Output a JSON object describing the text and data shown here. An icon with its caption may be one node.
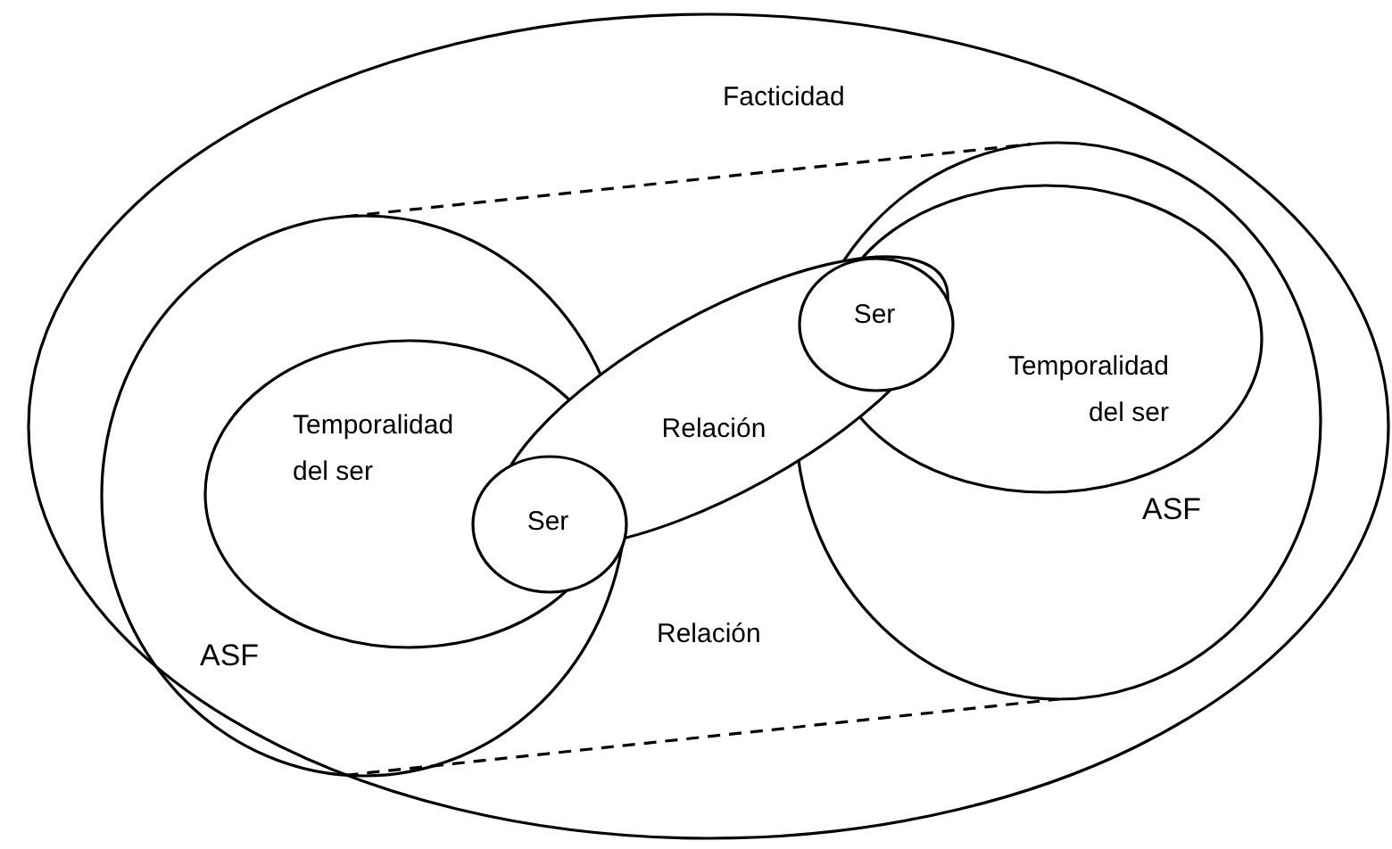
{
  "diagram": {
    "nodes": [
      {
        "text": [
          "Facticidad"
        ]
      },
      {
        "text": [
          "ASF"
        ],
        "in": 0
      },
      {
        "text": [
          "Temporalidad del ser"
        ],
        "in": 1
      },
      {
        "text": [
          "Ser"
        ],
        "in": 1
      },
      {
        "text": [
          "Relación"
        ],
        "in": 0
      },
      {
        "text": [
          "Ser"
        ]
      },
      {
        "text": [
          "ASF"
        ],
        "in": 0
      },
      {
        "text": [
          "Temporalidad del ser"
        ],
        "in": 6
      }
    ],
    "edges": [
      {
        "from": 1,
        "to": 6,
        "arrow": "none",
        "style": "dashed"
      },
      {
        "from": 1,
        "to": 6,
        "arrow": "none",
        "style": "dashed"
      }
    ],
    "labels": [
      "Relación"
    ]
  }
}
